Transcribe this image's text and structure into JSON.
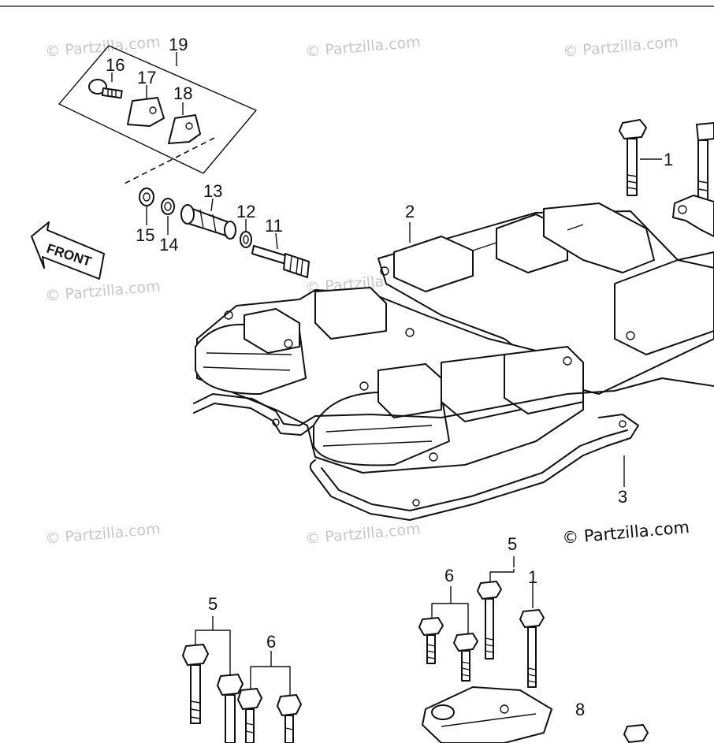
{
  "watermark_text": "© Partzilla.com",
  "credit_text": "© Partzilla.com",
  "front_label": "FRONT",
  "callouts": {
    "c1": "1",
    "c1b": "1",
    "c2": "2",
    "c3": "3",
    "c5a": "5",
    "c5b": "5",
    "c6a": "6",
    "c6b": "6",
    "c8": "8",
    "c11": "11",
    "c12": "12",
    "c13": "13",
    "c14": "14",
    "c15": "15",
    "c16": "16",
    "c17": "17",
    "c18": "18",
    "c19": "19"
  }
}
